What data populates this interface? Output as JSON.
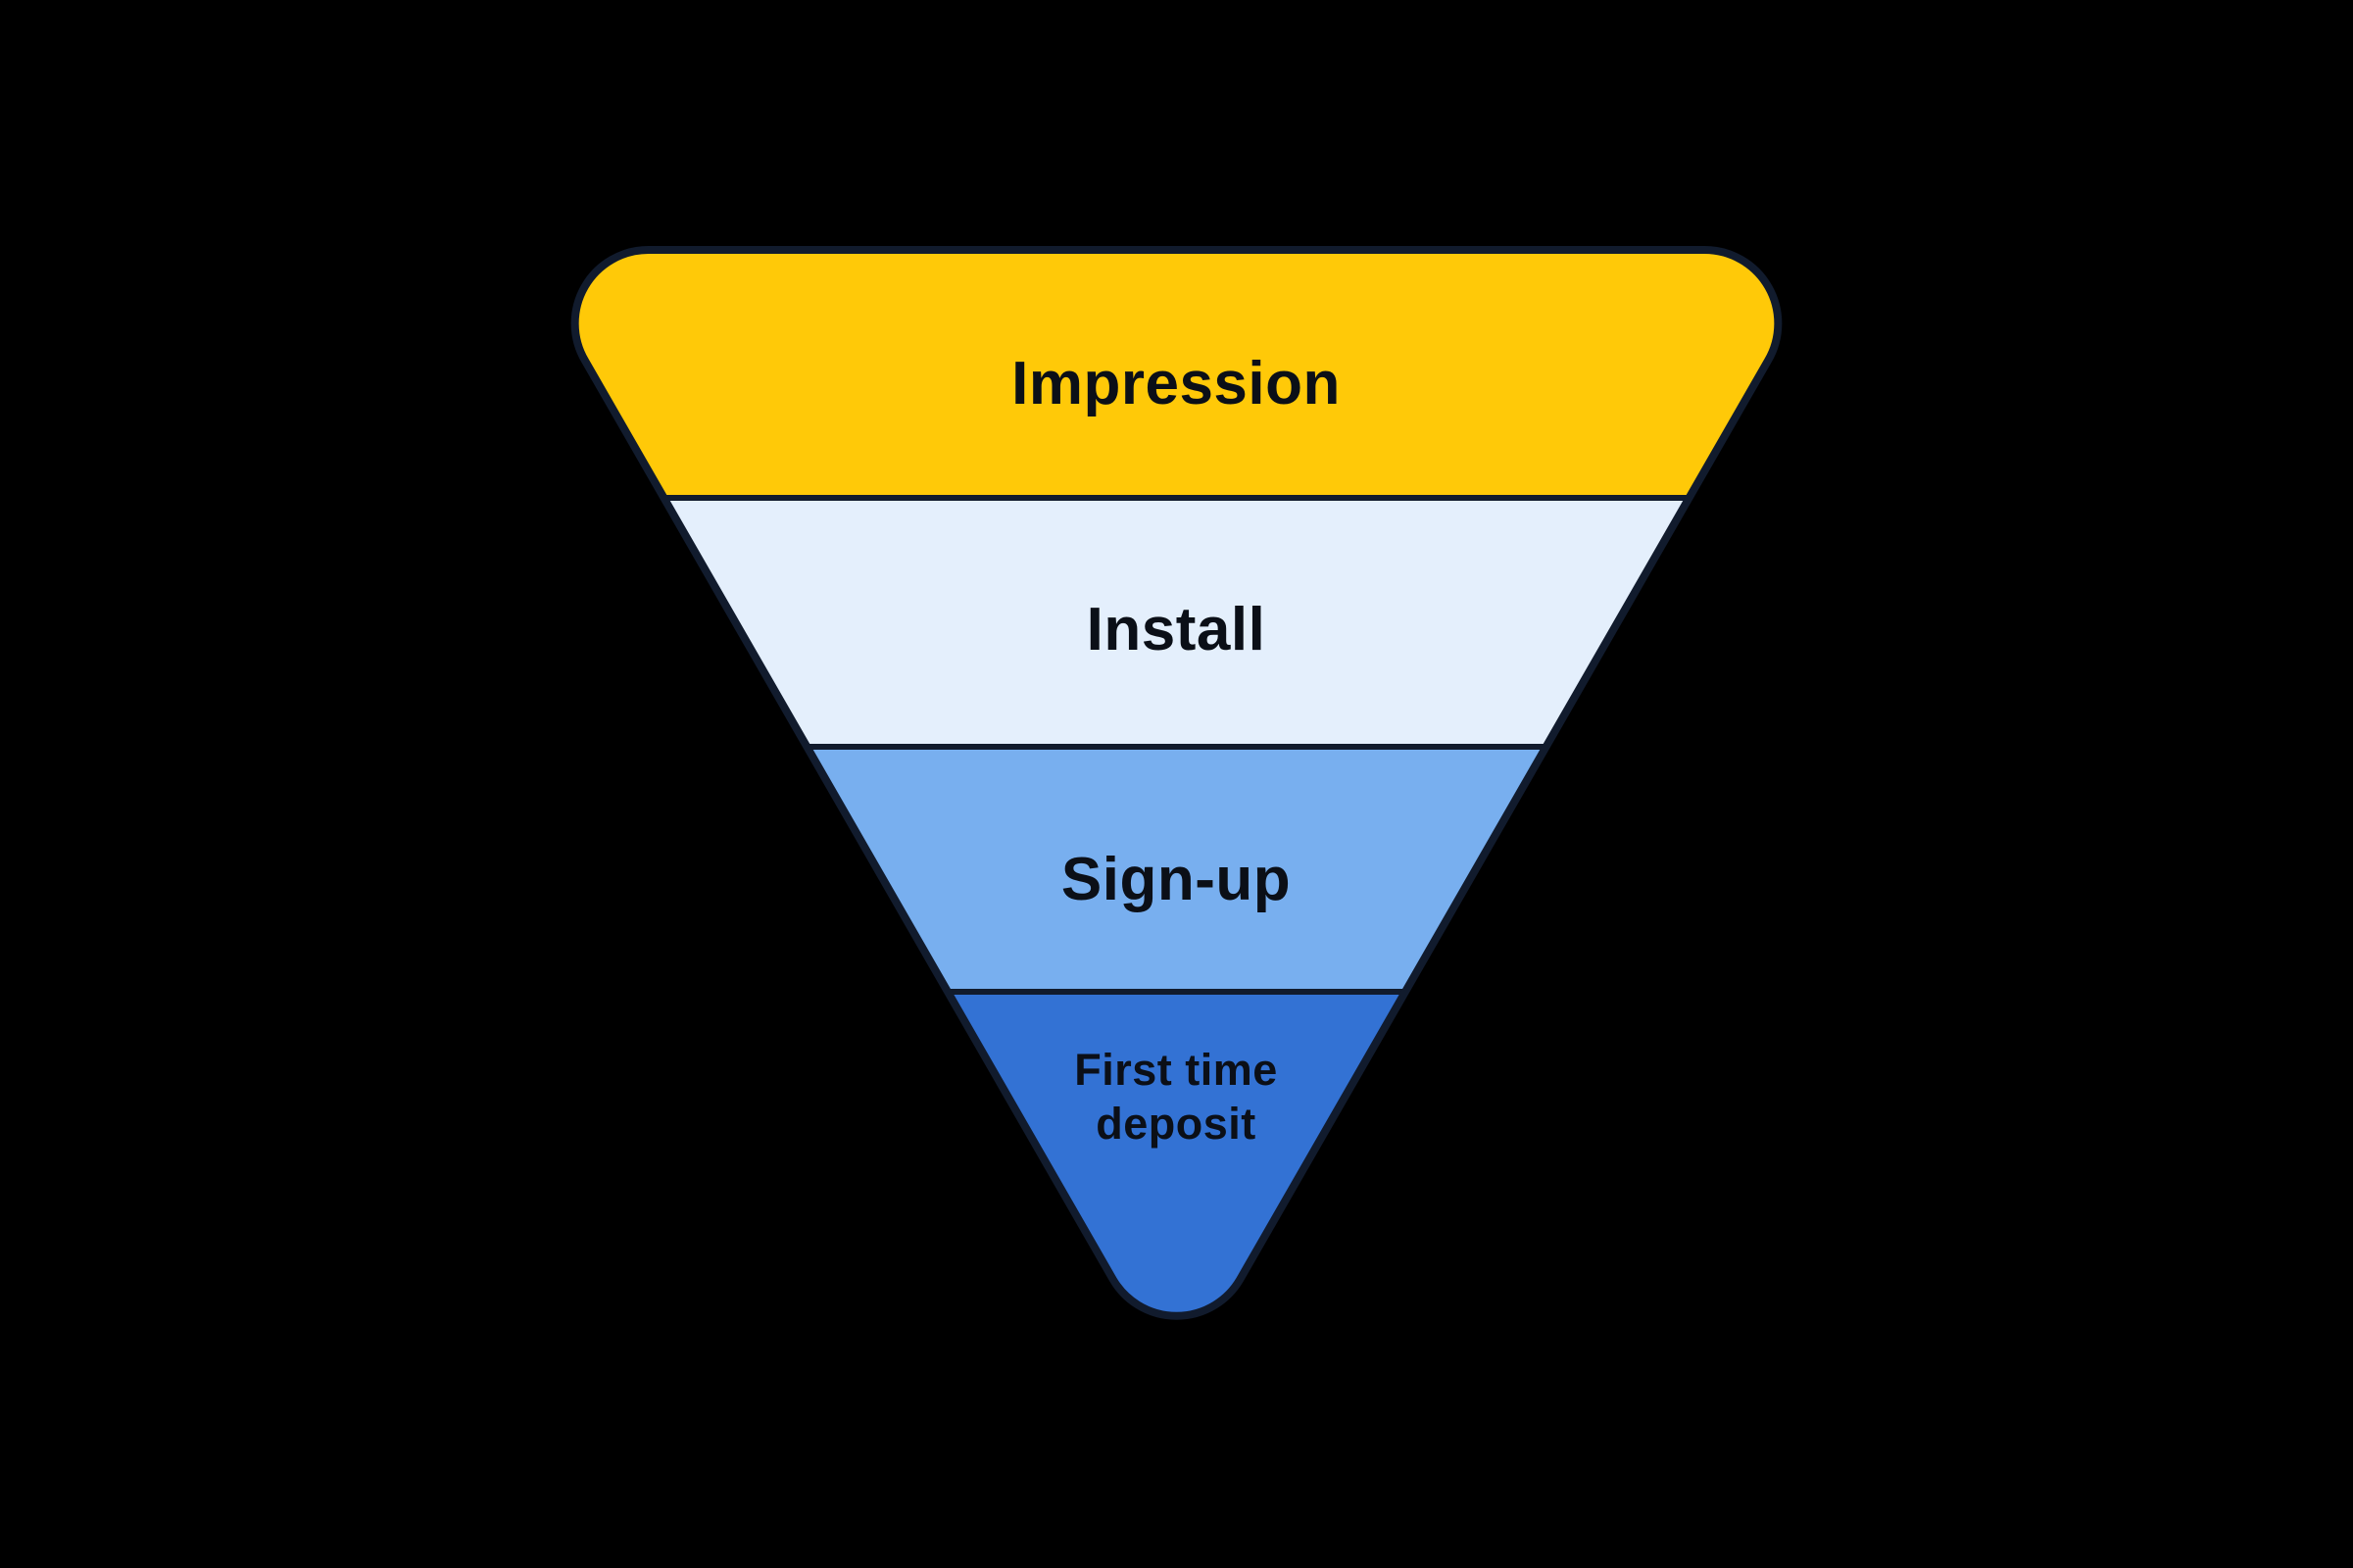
{
  "background_color": "#000000",
  "diagram": {
    "type": "funnel",
    "direction": "top-to-bottom",
    "outline_color": "#111B2D",
    "text_color": "#0B0F17",
    "stages": [
      {
        "label": "Impression",
        "lines": [
          "Impression"
        ],
        "color": "#FFC908"
      },
      {
        "label": "Install",
        "lines": [
          "Install"
        ],
        "color": "#E4EFFC"
      },
      {
        "label": "Sign-up",
        "lines": [
          "Sign-up"
        ],
        "color": "#78AFEF"
      },
      {
        "label": "First time deposit",
        "lines": [
          "First time",
          "deposit"
        ],
        "color": "#3372D4"
      }
    ]
  }
}
